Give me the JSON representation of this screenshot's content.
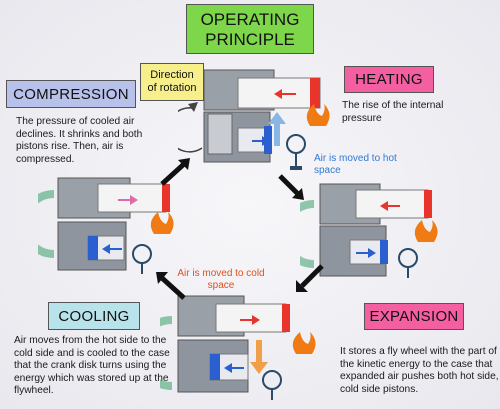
{
  "title": {
    "line1": "OPERATING",
    "line2": "PRINCIPLE"
  },
  "rotation_label": {
    "line1": "Direction",
    "line2": "of rotation"
  },
  "stages": {
    "compression": {
      "label": "COMPRESSION",
      "description": "The  pressure of cooled air declines. It shrinks and both pistons rise. Then, air is compressed."
    },
    "heating": {
      "label": "HEATING",
      "description": "The rise of the internal pressure"
    },
    "cooling": {
      "label": "COOLING",
      "description": "Air moves from the hot side to the cold side and is cooled to the case that the crank disk turns using the energy which was stored up at the flywheel."
    },
    "expansion": {
      "label": "EXPANSION",
      "description": "It stores a fly wheel with the part of the kinetic energy to the case that expanded air pushes both hot side, cold side pistons."
    }
  },
  "notes": {
    "to_hot": "Air is moved to hot space",
    "to_cold": "Air is moved to cold space"
  },
  "colors": {
    "hot": "#e8342a",
    "cold": "#2a5fd0",
    "flame": "#f07a14",
    "arrow_cycle": "#111111"
  }
}
